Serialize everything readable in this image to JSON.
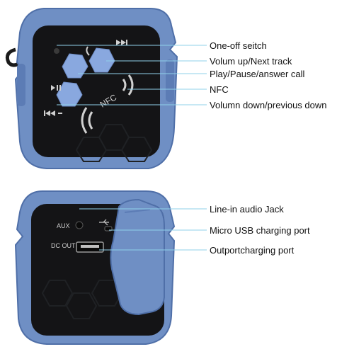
{
  "colors": {
    "body_blue": "#6f8fc4",
    "body_blue_dark": "#4f6fa8",
    "panel_black": "#141416",
    "button_blue": "#89a8df",
    "leader_line": "#8fd0ea",
    "text": "#111111"
  },
  "top_view": {
    "callouts": [
      {
        "label": "One-off seitch"
      },
      {
        "label": "Volum up/Next track"
      },
      {
        "label": "Play/Pause/answer call"
      },
      {
        "label": "NFC"
      },
      {
        "label": "Volumn down/previous down"
      }
    ],
    "panel_text": {
      "nfc": "NFC"
    },
    "icons": [
      "power-icon",
      "next-track-icon",
      "play-pause-icon",
      "previous-track-icon",
      "nfc-waves-icon",
      "phone-icon"
    ]
  },
  "bottom_view": {
    "callouts": [
      {
        "label": "Line-in audio Jack"
      },
      {
        "label": "Micro USB charging port"
      },
      {
        "label": "Outportcharging port"
      }
    ],
    "port_labels": {
      "aux": "AUX",
      "dc_out": "DC OUT"
    },
    "icons": [
      "usb-icon"
    ]
  }
}
